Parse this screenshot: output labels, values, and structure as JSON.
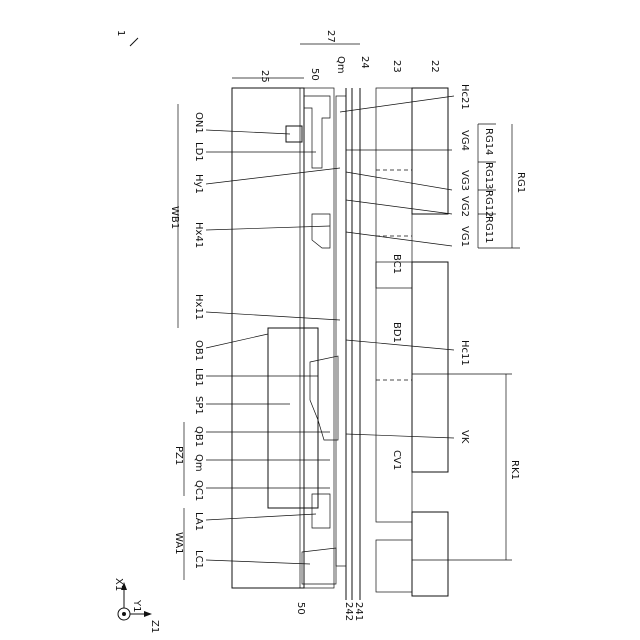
{
  "figure_number": "1",
  "axes": {
    "x": "X1",
    "y": "Y1",
    "z": "Z1"
  },
  "labels": {
    "l25": "25",
    "l27": "27",
    "l50_top": "50",
    "lQm_top": "Qm",
    "l24": "24",
    "l23": "23",
    "l22": "22",
    "Hc21": "Hc21",
    "ON1": "ON1",
    "LD1": "LD1",
    "Hy1": "Hy1",
    "Hx41": "Hx41",
    "WB1": "WB1",
    "Hx11": "Hx11",
    "OB1": "OB1",
    "LB1": "LB1",
    "SP1": "SP1",
    "QB1": "QB1",
    "Qm": "Qm",
    "PZ1": "PZ1",
    "QC1": "QC1",
    "LA1": "LA1",
    "WA1": "WA1",
    "LC1": "LC1",
    "l50_bottom": "50",
    "l242": "242",
    "l241": "241",
    "VG4": "VG4",
    "VG3": "VG3",
    "VG2": "VG2",
    "VG1": "VG1",
    "RG14": "RG14",
    "RG13": "RG13",
    "RG12": "RG12",
    "RG11": "RG11",
    "RG1": "RG1",
    "BC1": "BC1",
    "BD1": "BD1",
    "Hc11": "Hc11",
    "VK": "VK",
    "CV1": "CV1",
    "RK1": "RK1"
  }
}
